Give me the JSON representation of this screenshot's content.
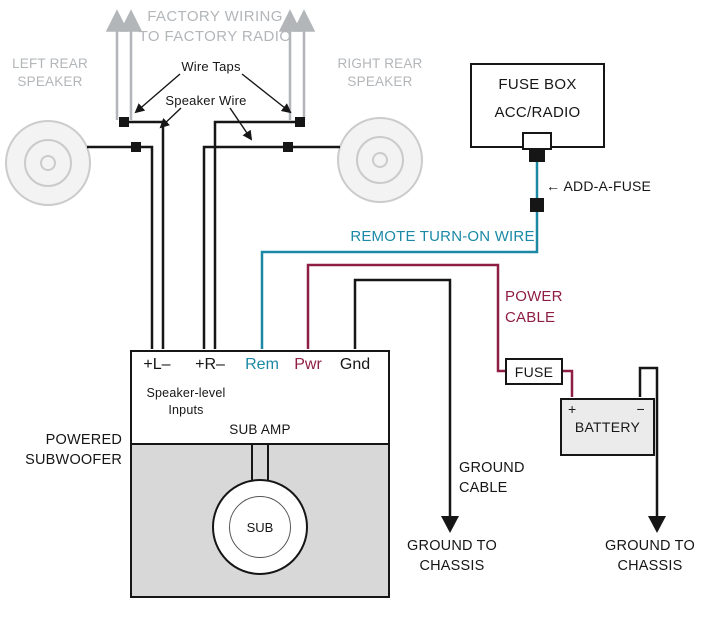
{
  "colors": {
    "ink": "#161616",
    "gray": "#b3b6b9",
    "teal": "#1b89a6",
    "maroon": "#8e1e45",
    "enclosure": "#d8d8d8",
    "battery": "#ebebeb",
    "speaker_fill": "#f3f3f3",
    "speaker_stroke": "#cbcbcb"
  },
  "labels": {
    "factory_wiring": [
      "FACTORY WIRING",
      "TO FACTORY RADIO"
    ],
    "left_speaker": [
      "LEFT REAR",
      "SPEAKER"
    ],
    "right_speaker": [
      "RIGHT REAR",
      "SPEAKER"
    ],
    "wire_taps": "Wire Taps",
    "speaker_wire": "Speaker Wire",
    "fuse_box": "FUSE BOX",
    "acc_radio": "ACC/RADIO",
    "add_a_fuse": "← ADD-A-FUSE",
    "remote_turn_on_wire": "REMOTE TURN-ON WIRE",
    "power_cable": [
      "POWER",
      "CABLE"
    ],
    "fuse": "FUSE",
    "battery": "BATTERY",
    "battery_plus": "+",
    "battery_minus": "−",
    "ground_cable": [
      "GROUND",
      "CABLE"
    ],
    "ground_to_chassis": [
      "GROUND TO",
      "CHASSIS"
    ],
    "powered_subwoofer": [
      "POWERED",
      "SUBWOOFER"
    ],
    "speaker_level_inputs": [
      "Speaker-level",
      "Inputs"
    ],
    "sub_amp": "SUB AMP",
    "sub": "SUB",
    "terminals": {
      "left": "+L–",
      "right": "+R–",
      "rem": "Rem",
      "pwr": "Pwr",
      "gnd": "Gnd"
    }
  }
}
